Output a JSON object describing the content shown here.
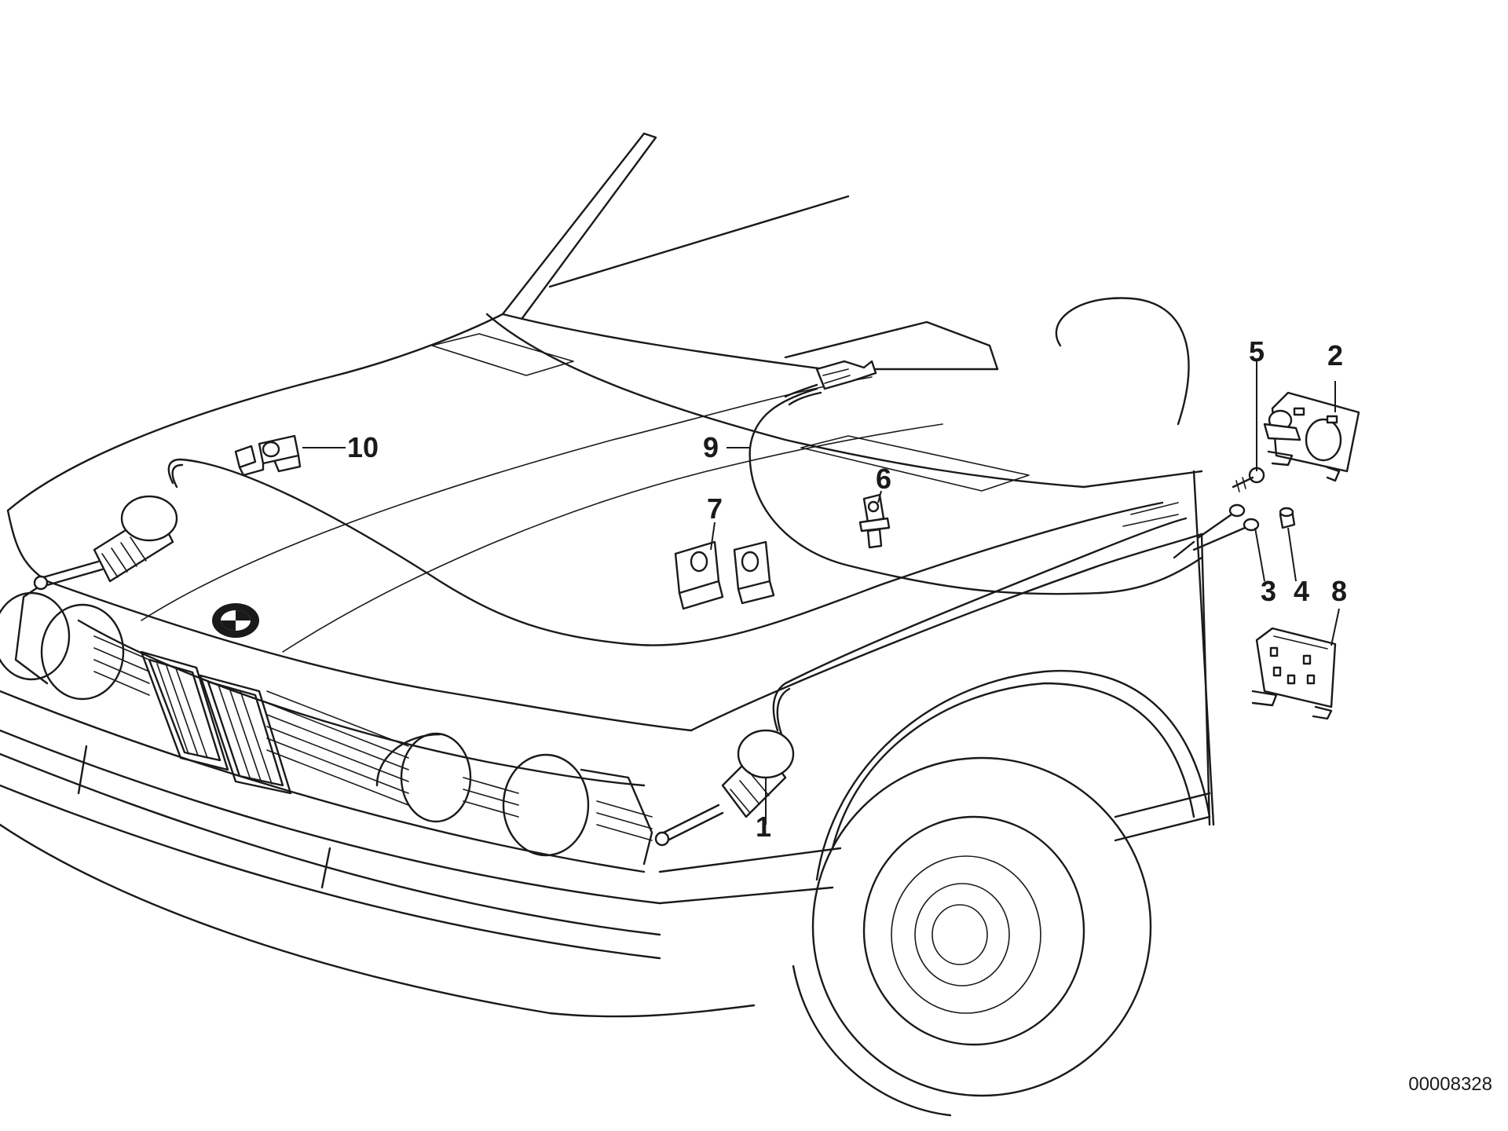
{
  "diagram": {
    "callouts": [
      {
        "id": "1",
        "label": "1"
      },
      {
        "id": "2",
        "label": "2"
      },
      {
        "id": "3",
        "label": "3"
      },
      {
        "id": "4",
        "label": "4"
      },
      {
        "id": "5",
        "label": "5"
      },
      {
        "id": "6",
        "label": "6"
      },
      {
        "id": "7",
        "label": "7"
      },
      {
        "id": "8",
        "label": "8"
      },
      {
        "id": "9",
        "label": "9"
      },
      {
        "id": "10",
        "label": "10"
      }
    ],
    "reference_code": "00008328"
  }
}
